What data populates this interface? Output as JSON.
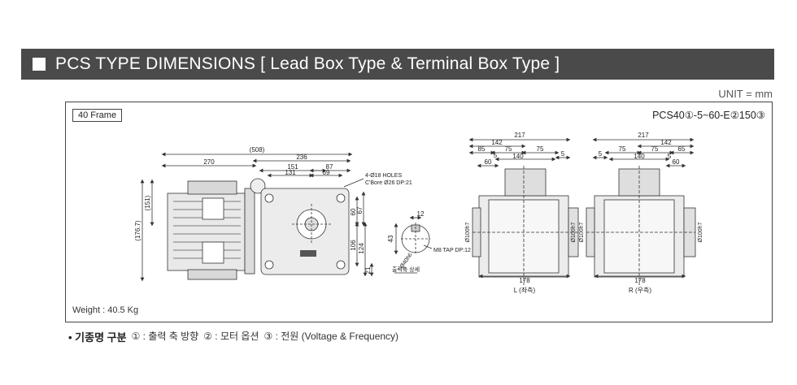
{
  "header": {
    "title": "PCS TYPE DIMENSIONS [ Lead Box Type & Terminal Box Type ]"
  },
  "unit_label": "UNIT = mm",
  "frame": {
    "tag": "40 Frame",
    "model": "PCS40①-5~60-E②150③",
    "weight": "Weight : 40.5 Kg"
  },
  "side_view": {
    "dims": {
      "overall": "(508)",
      "motor_len": "270",
      "gear_len": "236",
      "d151": "151",
      "d131": "131",
      "d87": "87",
      "d69": "69",
      "h151": "(151)",
      "h176": "(176.7)",
      "d60": "60",
      "d67": "67",
      "d106": "106",
      "d124": "124",
      "d21": "21"
    },
    "note_holes": "4-Ø18 HOLES",
    "note_cbore": "C'Bore Ø26 DP:21"
  },
  "shaft_detail": {
    "d12": "12",
    "d43": "43",
    "dia": "Ø40h6",
    "tap": "M8 TAP DP:12",
    "caption": "출력축 상세"
  },
  "left_view": {
    "d217": "217",
    "d142": "142",
    "d85": "85",
    "d75a": "75",
    "d75b": "75",
    "d5a": "5",
    "d140": "140",
    "d60": "60",
    "d5b": "5",
    "dia_left": "Ø100h7",
    "dia_right": "Ø100h7",
    "d178": "178",
    "caption": "L (좌측)"
  },
  "right_view": {
    "d217": "217",
    "d142": "142",
    "d75a": "75",
    "d75b": "75",
    "d65": "65",
    "d5a": "5",
    "d140": "140",
    "d5b": "5",
    "d60": "60",
    "dia_left": "Ø100h7",
    "dia_right": "Ø100h7",
    "d178": "178",
    "caption": "R (우측)"
  },
  "legend": {
    "lead": "• 기종명 구분",
    "item1": "① : 출력 축 방향",
    "item2": "② : 모터 옵션",
    "item3": "③ : 전원 (Voltage & Frequency)"
  }
}
